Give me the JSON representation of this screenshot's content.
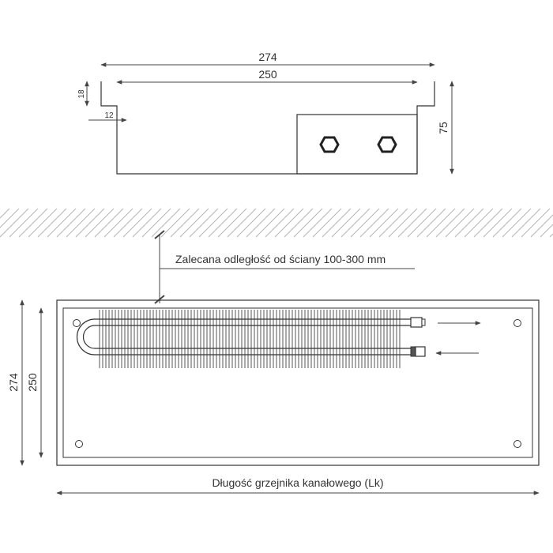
{
  "top_view": {
    "outer_width_label": "274",
    "inner_width_label": "250",
    "flange_height_label": "18",
    "flange_width_label": "12",
    "depth_label": "75"
  },
  "plan_view": {
    "wall_distance_label": "Zalecana odległość od ściany 100-300 mm",
    "outer_width_label": "274",
    "inner_width_label": "250",
    "length_label": "Długość grzejnika kanałowego (Lk)"
  },
  "colors": {
    "line": "#333333",
    "hatch": "#b5b5b5",
    "fins": "#555555"
  }
}
